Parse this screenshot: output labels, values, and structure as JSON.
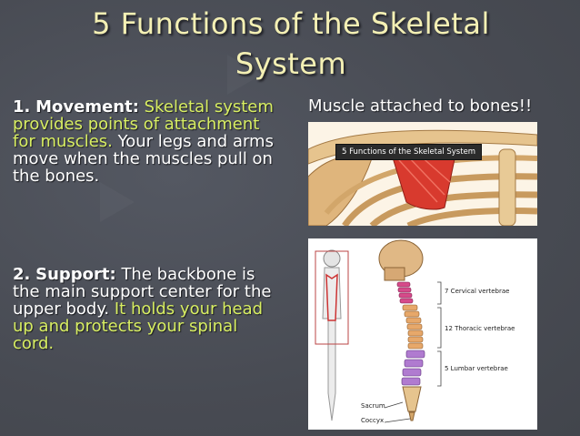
{
  "slide": {
    "title_line1": "5 Functions of the Skeletal",
    "title_line2": "System"
  },
  "points": [
    {
      "number": "1.",
      "heading": "Movement:",
      "highlight": "Skeletal system provides points of attachment for muscles.",
      "text": "Your legs and arms move when the muscles pull on the bones."
    },
    {
      "number": "2.",
      "heading": "Support:",
      "text": "The backbone is the main support center for the upper body.",
      "highlight": "It holds your head up and protects your spinal cord."
    }
  ],
  "images": {
    "caption": "Muscle attached to bones!!",
    "tooltip": "5 Functions of the Skeletal System",
    "spine_labels": {
      "cervical": "7 Cervical vertebrae",
      "thoracic": "12 Thoracic vertebrae",
      "lumbar": "5 Lumbar vertebrae",
      "sacrum": "Sacrum",
      "coccyx": "Coccyx"
    }
  },
  "colors": {
    "background": "#4a4d55",
    "title": "#f4f0b4",
    "highlight": "#d8ee62",
    "text": "#ffffff"
  }
}
